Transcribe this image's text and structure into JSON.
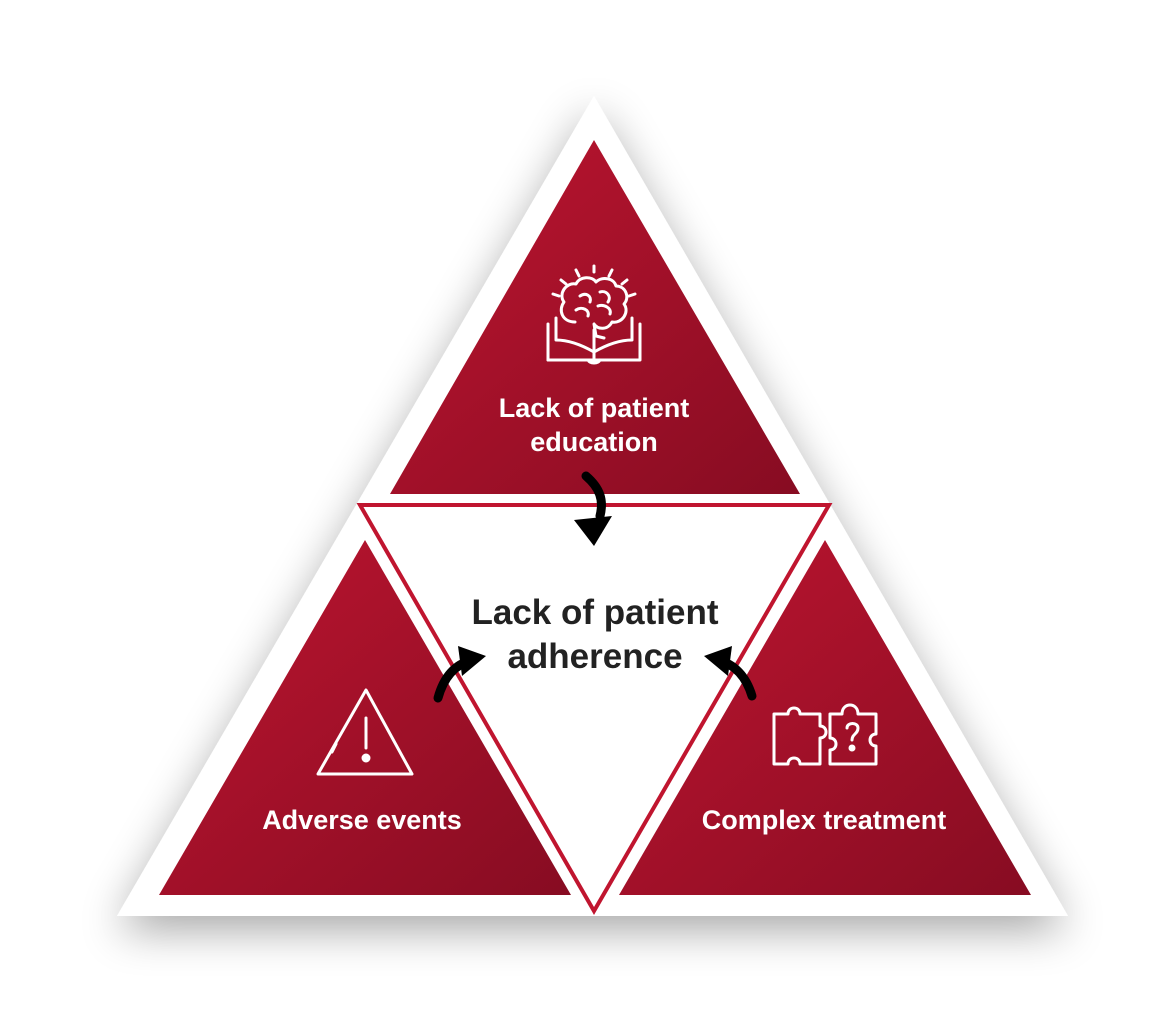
{
  "diagram": {
    "colors": {
      "triangle_fill_light": "#b8132d",
      "triangle_fill_dark": "#8a0e24",
      "center_outline": "#c0152f",
      "center_fill": "#ffffff",
      "background_triangle": "#ffffff",
      "arrow": "#000000",
      "text_on_red": "#ffffff",
      "text_center": "#222222"
    },
    "top": {
      "icon": "brain-book-icon",
      "label_line1": "Lack of patient",
      "label_line2": "education"
    },
    "left": {
      "icon": "warning-icon",
      "label": "Adverse events"
    },
    "right": {
      "icon": "puzzle-question-icon",
      "label": "Complex treatment"
    },
    "center": {
      "label_line1": "Lack of patient",
      "label_line2": "adherence"
    }
  }
}
